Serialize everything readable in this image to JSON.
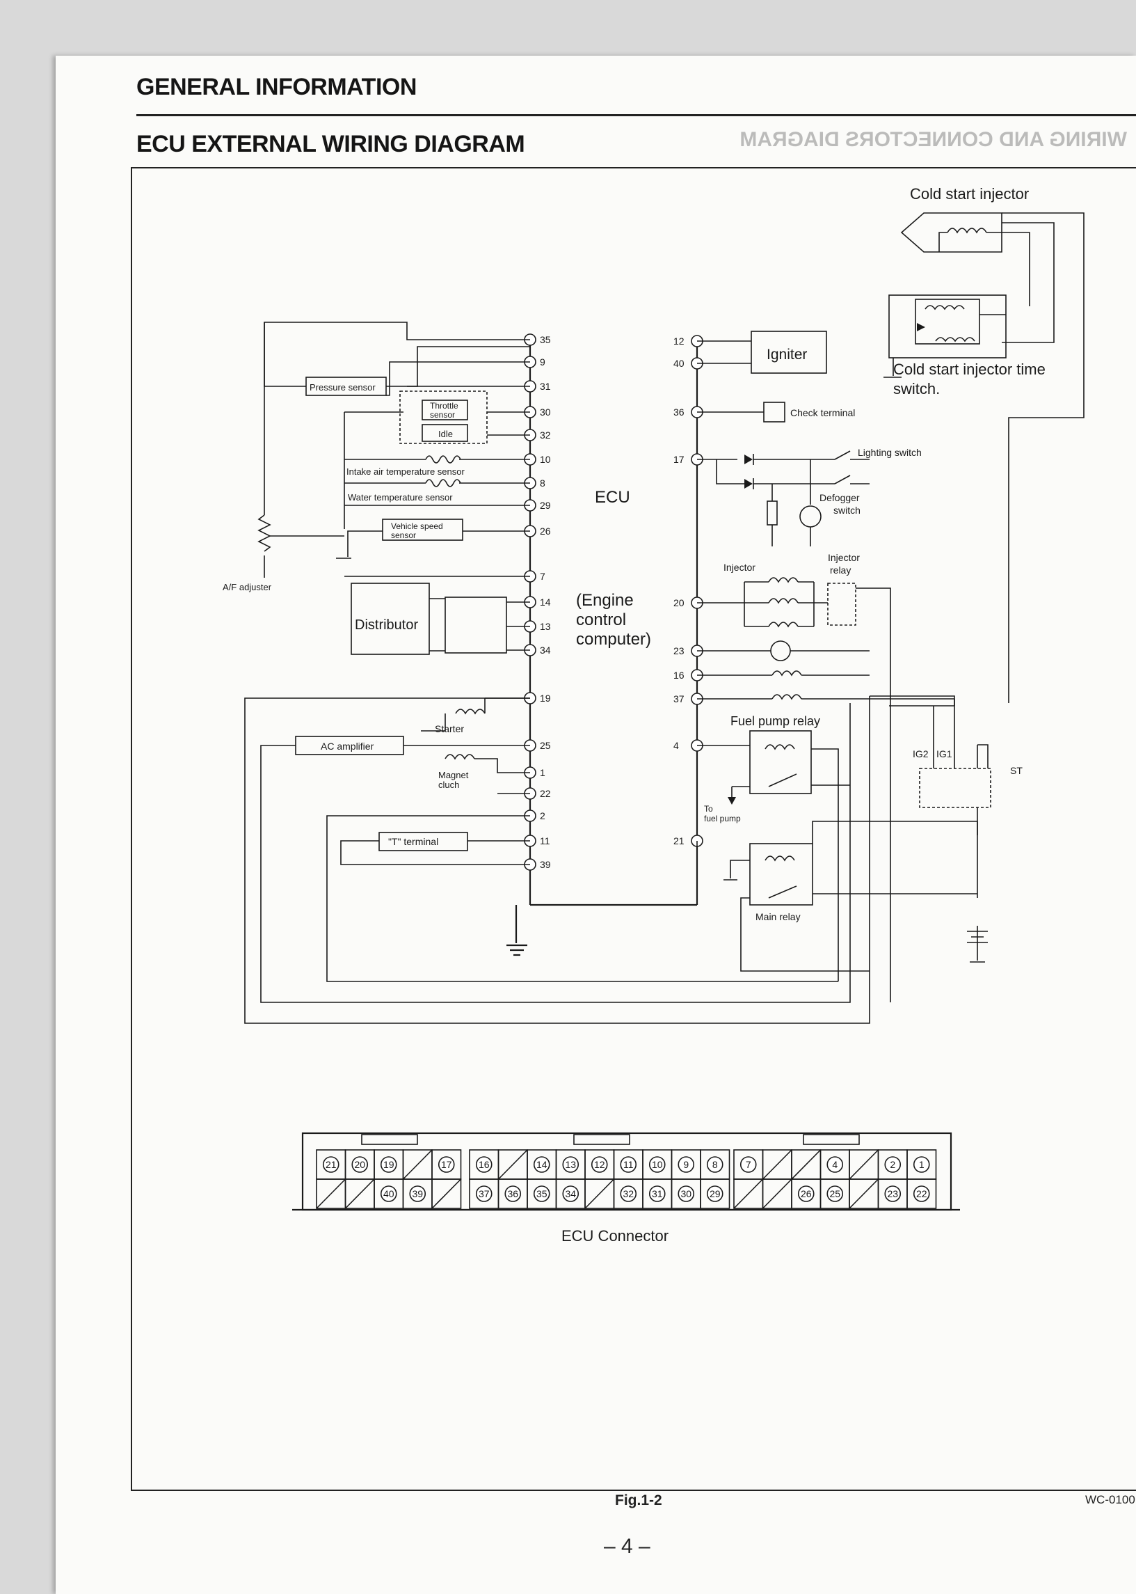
{
  "header": {
    "section": "GENERAL INFORMATION",
    "title": "ECU EXTERNAL WIRING DIAGRAM"
  },
  "components": {
    "cold_start_injector": "Cold start injector",
    "cold_start_switch_line1": "Cold start injector time",
    "cold_start_switch_line2": "switch.",
    "igniter": "Igniter",
    "check_terminal": "Check terminal",
    "lighting_switch": "Lighting switch",
    "defogger_switch_line1": "Defogger",
    "defogger_switch_line2": "switch",
    "pressure_sensor": "Pressure sensor",
    "throttle_sensor_line1": "Throttle",
    "throttle_sensor_line2": "sensor",
    "idle": "Idle",
    "intake_air_temp_sensor": "Intake air temperature sensor",
    "water_temp_sensor": "Water temperature sensor",
    "vehicle_speed_sensor_line1": "Vehicle speed",
    "vehicle_speed_sensor_line2": "sensor",
    "af_adjuster": "A/F adjuster",
    "distributor": "Distributor",
    "ecu": "ECU",
    "engine_computer_line1": "(Engine",
    "engine_computer_line2": "control",
    "engine_computer_line3": "computer)",
    "injector": "Injector",
    "injector_relay_line1": "Injector",
    "injector_relay_line2": "relay",
    "starter": "Starter",
    "ac_amplifier": "AC amplifier",
    "magnet_clutch_line1": "Magnet",
    "magnet_clutch_line2": "cluch",
    "t_terminal": "\"T\" terminal",
    "fuel_pump_relay": "Fuel pump relay",
    "to_fuel_pump_line1": "To",
    "to_fuel_pump_line2": "fuel pump",
    "main_relay": "Main relay",
    "ig2": "IG2",
    "ig1": "IG1",
    "st": "ST",
    "ecu_connector": "ECU Connector"
  },
  "ecu_pins": {
    "left_column": [
      "35",
      "9",
      "31",
      "30",
      "32",
      "10",
      "8",
      "29",
      "26",
      "7",
      "14",
      "13",
      "34",
      "19",
      "25",
      "1",
      "22",
      "2",
      "11",
      "39"
    ],
    "right_column": [
      "12",
      "40",
      "36",
      "17",
      "20",
      "23",
      "16",
      "37",
      "4",
      "21"
    ]
  },
  "connector": {
    "block1_top": [
      "21",
      "20",
      "19",
      "",
      "17"
    ],
    "block1_bottom": [
      "",
      "",
      "40",
      "39",
      ""
    ],
    "block2_top": [
      "16",
      "",
      "14",
      "13",
      "12",
      "11",
      "10",
      "9",
      "8"
    ],
    "block2_bottom": [
      "37",
      "36",
      "35",
      "34",
      "",
      "32",
      "31",
      "30",
      "29"
    ],
    "block3_top": [
      "7",
      "",
      "",
      "4",
      "",
      "2",
      "1"
    ],
    "block3_bottom": [
      "",
      "",
      "26",
      "25",
      "",
      "23",
      "22"
    ]
  },
  "footer": {
    "figure": "Fig.1-2",
    "code": "WC-0100",
    "page": "– 4 –"
  }
}
